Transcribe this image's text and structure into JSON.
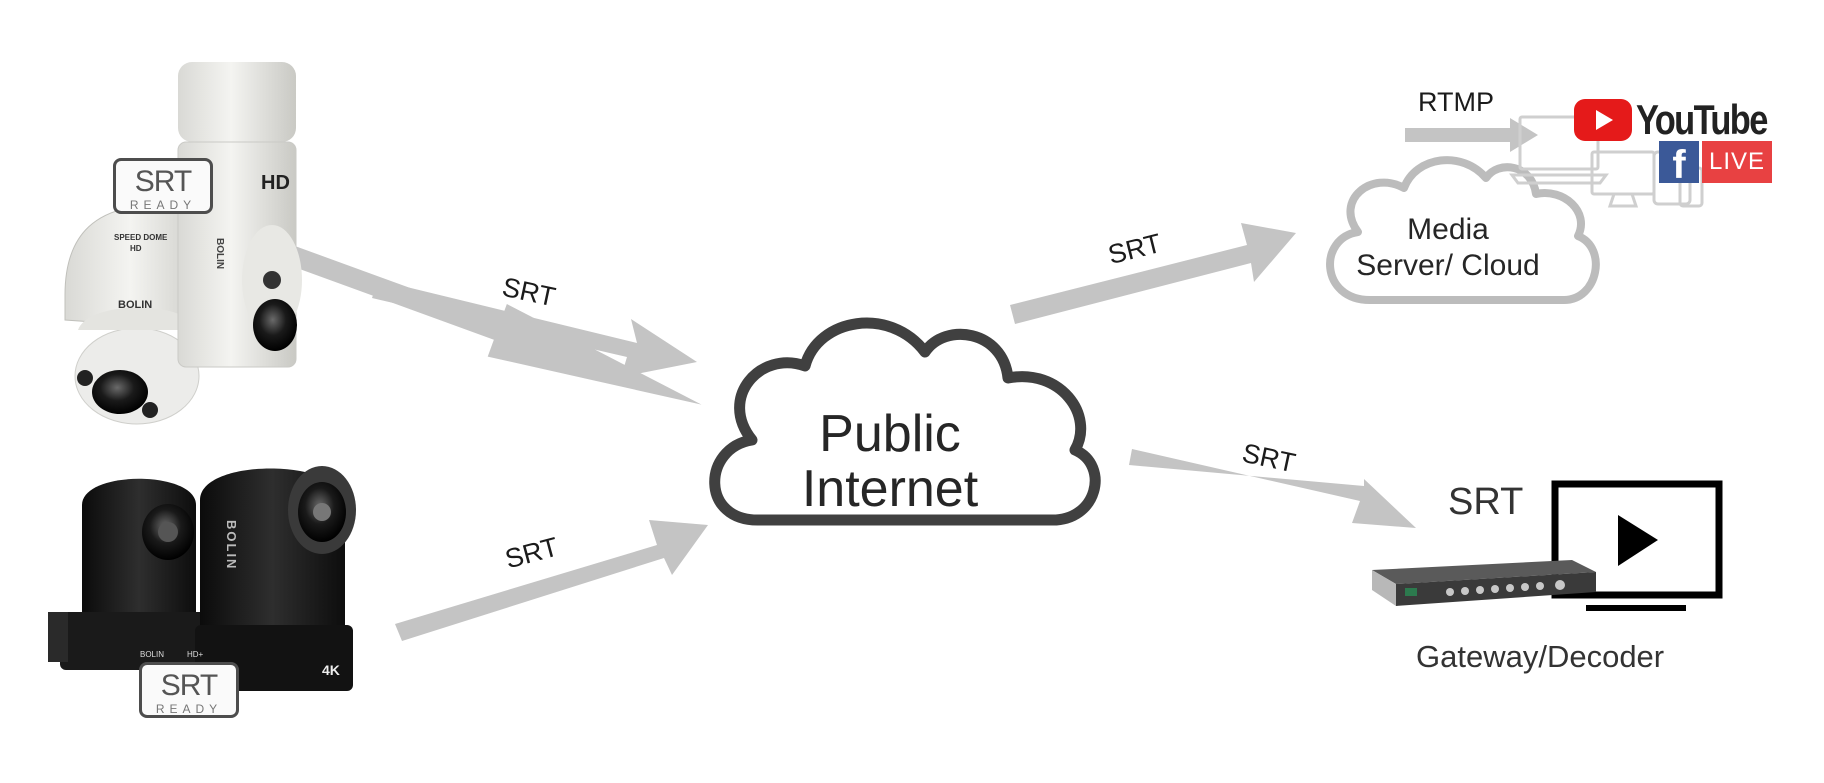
{
  "nodes": {
    "public_internet": {
      "line1": "Public",
      "line2": "Internet"
    },
    "media_server": {
      "line1": "Media",
      "line2": "Server/ Cloud"
    },
    "decoder": {
      "label": "Gateway/Decoder",
      "protocol_label": "SRT"
    }
  },
  "edges": [
    {
      "id": "camera1-to-internet",
      "label": "SRT"
    },
    {
      "id": "camera2-to-internet",
      "label": "SRT"
    },
    {
      "id": "internet-to-media",
      "label": "SRT"
    },
    {
      "id": "internet-to-decoder",
      "label": "SRT"
    },
    {
      "id": "media-to-social",
      "label": "RTMP"
    }
  ],
  "badges": [
    {
      "main": "SRT",
      "sub": "READY"
    },
    {
      "main": "SRT",
      "sub": "READY"
    }
  ],
  "camera_markings": {
    "hd_mark": "HD",
    "speed_dome_line1": "SPEED DOME",
    "speed_dome_line2": "HD",
    "brand": "BOLIN",
    "brand_vertical": "BOLIN",
    "brand_small": "BOLIN",
    "hd_plus": "HD+",
    "uhd": "4K"
  },
  "social": {
    "youtube": "YouTube",
    "facebook": "f",
    "live": "LIVE"
  },
  "colors": {
    "arrow": "#c4c4c4",
    "internet_cloud": "#404040",
    "media_cloud": "#bcbcbc",
    "youtube_red": "#e51a1a",
    "facebook_blue": "#3b5998",
    "live_red": "#e84142"
  }
}
